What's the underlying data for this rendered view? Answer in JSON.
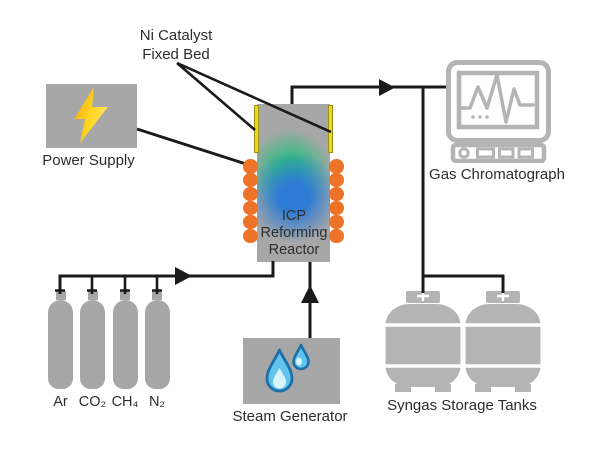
{
  "diagram": {
    "type": "process-flow-diagram",
    "subject": "Inductively coupled plasma reforming reactor experimental setup"
  },
  "components": {
    "ni_catalyst": {
      "label_line1": "Ni Catalyst",
      "label_line2": "Fixed Bed"
    },
    "power_supply": {
      "label": "Power Supply",
      "icon": "lightning-bolt-icon"
    },
    "reactor": {
      "label_line1": "ICP",
      "label_line2": "Reforming",
      "label_line3": "Reactor"
    },
    "gas_chromatograph": {
      "label": "Gas Chromatograph",
      "icon": "chromatograph-monitor-icon"
    },
    "steam_generator": {
      "label": "Steam Generator",
      "icon": "water-droplets-icon"
    },
    "syngas_tanks": {
      "label": "Syngas Storage Tanks",
      "tank_count": 2
    },
    "gas_cylinders": {
      "labels": [
        "Ar",
        "CO₂",
        "CH₄",
        "N₂"
      ]
    }
  },
  "colors": {
    "line": "#1A1A1A",
    "box_gray": "#A7A7A7",
    "equipment_gray": "#B4B4B4",
    "coil_orange": "#ED7328",
    "plasma_green": "#2EBD7F",
    "plasma_blue": "#2E7BD6",
    "bolt_yellow": "#FFD21F",
    "bolt_gold": "#F2A60C",
    "catalyst_yellow": "#EAD723",
    "catalyst_border": "#9B8F14",
    "droplet_fill": "#62C3EE",
    "droplet_outline": "#1D6FA8",
    "droplet_highlight": "#D9F2FC",
    "text": "#2D2D2D",
    "background": "#FFFFFF"
  }
}
